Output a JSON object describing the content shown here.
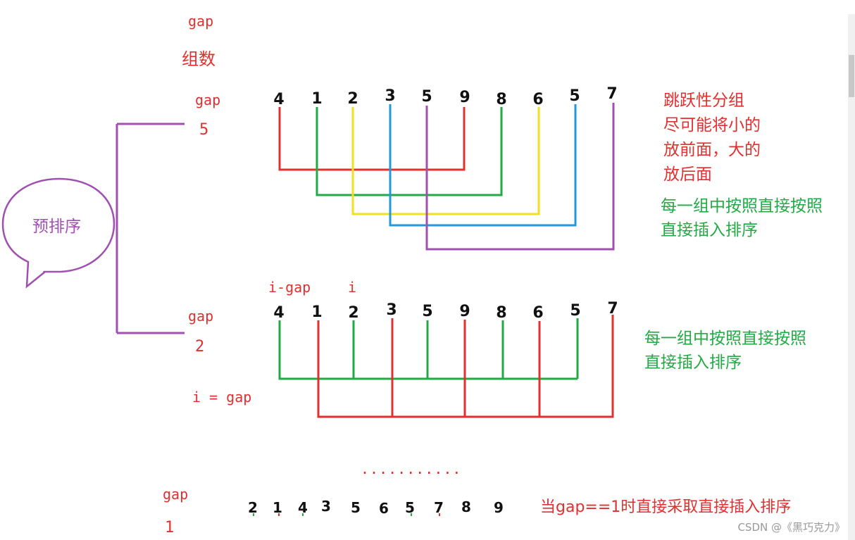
{
  "top": {
    "gap_label": "gap",
    "groups_label": "组数"
  },
  "section1": {
    "gap_label": "gap",
    "gap_value": "5",
    "numbers": [
      "4",
      "1",
      "2",
      "3",
      "5",
      "9",
      "8",
      "6",
      "5",
      "7"
    ],
    "note_red": [
      "跳跃性分组",
      "尽可能将小的",
      "放前面，大的",
      "放后面"
    ],
    "note_green": [
      "每一组中按照直接按照",
      "直接插入排序"
    ]
  },
  "bubble": {
    "label": "预排序"
  },
  "section2": {
    "gap_label": "gap",
    "gap_value": "2",
    "i_minus_gap": "i-gap",
    "i_label": "i",
    "i_eq_gap": "i = gap",
    "numbers": [
      "4",
      "1",
      "2",
      "3",
      "5",
      "9",
      "8",
      "6",
      "5",
      "7"
    ],
    "note_green": [
      "每一组中按照直接按照",
      "直接插入排序"
    ]
  },
  "dots": "...........",
  "section3": {
    "gap_label": "gap",
    "gap_value": "1",
    "numbers": [
      "2",
      "1",
      "4",
      "3",
      "5",
      "6",
      "5",
      "7",
      "8",
      "9"
    ],
    "note": "当gap==1时直接采取直接插入排序"
  },
  "watermark": "CSDN @《黑巧克力》",
  "colors": {
    "red": "#e03030",
    "green": "#22aa44",
    "yellow": "#f0e020",
    "blue": "#2299dd",
    "purple": "#a050b0"
  }
}
